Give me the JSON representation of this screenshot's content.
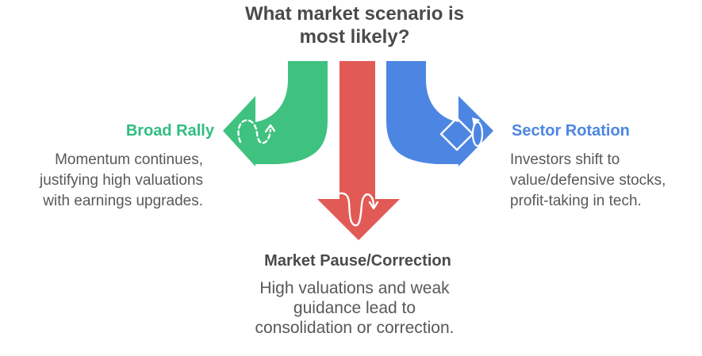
{
  "title": "What market scenario is\nmost likely?",
  "colors": {
    "rally_green": "#3fc27f",
    "pause_red": "#e25a55",
    "rotation_blue": "#4c86e2",
    "heading_gray": "#4a4a4a",
    "body_gray": "#58585a"
  },
  "scenarios": {
    "broad_rally": {
      "label": "Broad Rally",
      "description": "Momentum continues,\njustifying high valuations\nwith earnings upgrades.",
      "icon": "momentum-dashed-arrow-icon",
      "arrow_direction": "curves-down-left"
    },
    "market_pause": {
      "label": "Market Pause/Correction",
      "description": "High valuations and weak\nguidance lead to\nconsolidation or correction.",
      "icon": "correction-wave-icon",
      "arrow_direction": "straight-down"
    },
    "sector_rotation": {
      "label": "Sector Rotation",
      "description": "Investors shift to\nvalue/defensive stocks,\nprofit-taking in tech.",
      "icon": "rotation-diamond-icon",
      "arrow_direction": "curves-down-right"
    }
  }
}
